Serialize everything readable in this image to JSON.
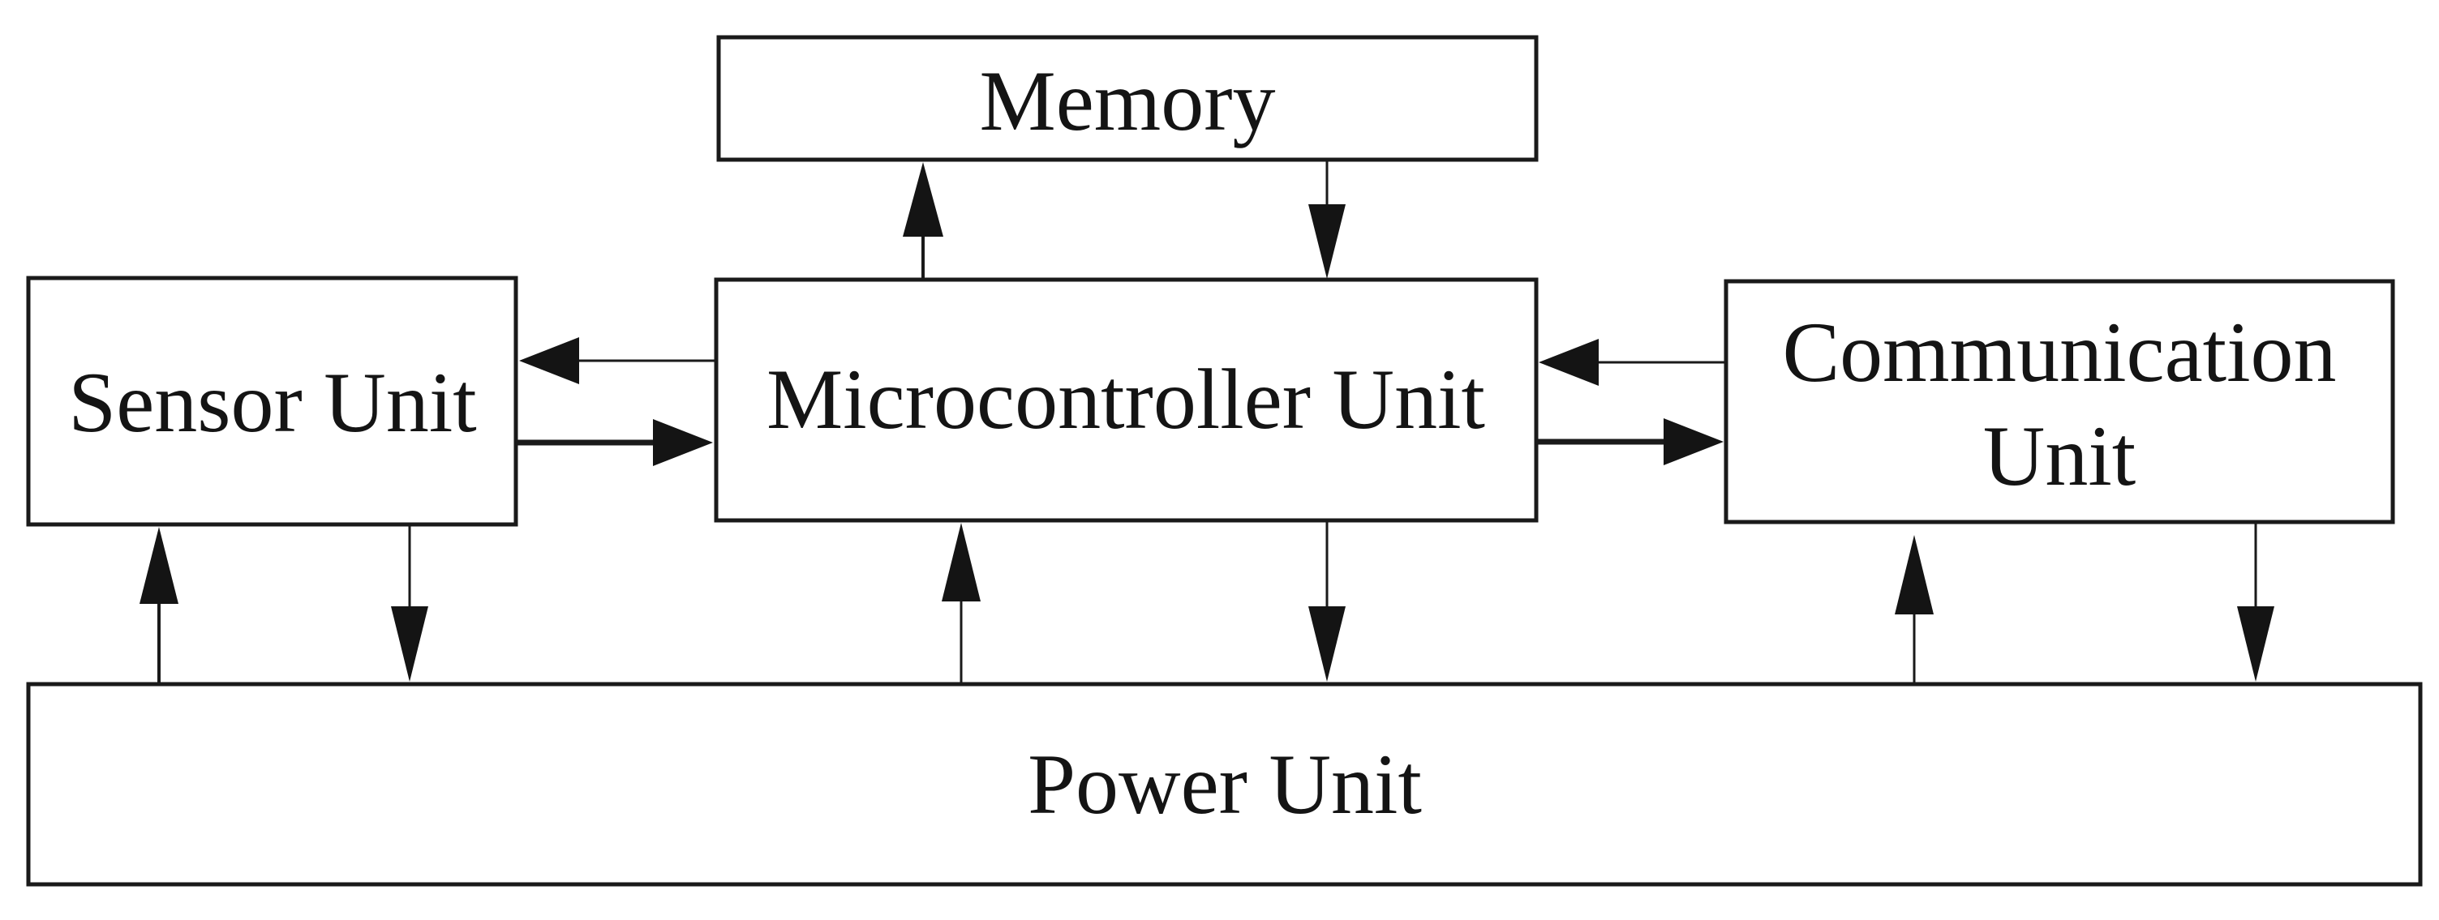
{
  "diagram": {
    "type": "block-diagram",
    "background_color": "#ffffff",
    "line_color": "#1a1a1a",
    "box_fill_color": "#ffffff",
    "blocks": {
      "memory": {
        "label": "Memory"
      },
      "sensor": {
        "label": "Sensor Unit"
      },
      "microcontroller": {
        "label": "Microcontroller Unit"
      },
      "communication": {
        "line1": "Communication",
        "line2": "Unit"
      },
      "power": {
        "label": "Power Unit"
      }
    },
    "connections": [
      {
        "from": "Microcontroller Unit",
        "to": "Memory",
        "style": "medium"
      },
      {
        "from": "Memory",
        "to": "Microcontroller Unit",
        "style": "thin"
      },
      {
        "from": "Microcontroller Unit",
        "to": "Sensor Unit",
        "style": "thin"
      },
      {
        "from": "Sensor Unit",
        "to": "Microcontroller Unit",
        "style": "thick"
      },
      {
        "from": "Communication Unit",
        "to": "Microcontroller Unit",
        "style": "thin"
      },
      {
        "from": "Microcontroller Unit",
        "to": "Communication Unit",
        "style": "thick"
      },
      {
        "from": "Power Unit",
        "to": "Sensor Unit",
        "style": "medium"
      },
      {
        "from": "Sensor Unit",
        "to": "Power Unit",
        "style": "thin"
      },
      {
        "from": "Power Unit",
        "to": "Microcontroller Unit",
        "style": "thin"
      },
      {
        "from": "Microcontroller Unit",
        "to": "Power Unit",
        "style": "thin"
      },
      {
        "from": "Power Unit",
        "to": "Communication Unit",
        "style": "thin"
      },
      {
        "from": "Communication Unit",
        "to": "Power Unit",
        "style": "thin"
      }
    ]
  }
}
